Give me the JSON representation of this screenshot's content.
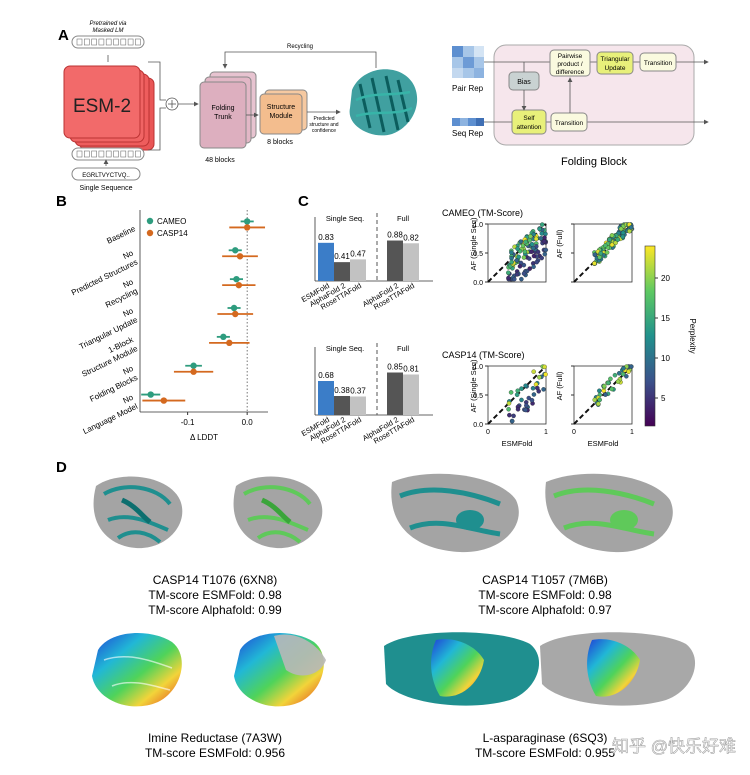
{
  "panels": {
    "a": "A",
    "b": "B",
    "c": "C",
    "d": "D"
  },
  "panel_a": {
    "pretrained_line1": "Pretrained via",
    "pretrained_line2": "Masked LM",
    "esm_label": "ESM-2",
    "sequence": "EGRLTVYCTVQ..",
    "single_sequence": "Single Sequence",
    "recycling": "Recycling",
    "folding_trunk_1": "Folding",
    "folding_trunk_2": "Trunk",
    "folding_blocks": "48 blocks",
    "structure_module_1": "Structure",
    "structure_module_2": "Module",
    "structure_blocks": "8 blocks",
    "predicted_1": "Predicted",
    "predicted_2": "structure and",
    "predicted_3": "confidence",
    "pair_rep": "Pair Rep",
    "seq_rep": "Seq Rep",
    "bias": "Bias",
    "pairwise_1": "Pairwise",
    "pairwise_2": "product /",
    "pairwise_3": "difference",
    "tri_1": "Triangular",
    "tri_2": "Update",
    "transition": "Transition",
    "self_1": "Self",
    "self_2": "attention",
    "folding_block": "Folding Block"
  },
  "chart_data": [
    {
      "id": "ablation",
      "type": "scatter",
      "xlabel": "Δ LDDT",
      "xlim": [
        -0.18,
        0.035
      ],
      "xticks": [
        "-0.1",
        "0.0"
      ],
      "xtick_values": [
        -0.1,
        0.0
      ],
      "categories": [
        "Baseline",
        "No Predicted Structures",
        "No Recycling",
        "No Triangular Update",
        "1-Block Structure Module",
        "No Folding Blocks",
        "No Language Model"
      ],
      "category_lines": [
        [
          "Baseline"
        ],
        [
          "No",
          "Predicted Structures"
        ],
        [
          "No",
          "Recycling"
        ],
        [
          "No",
          "Triangular Update"
        ],
        [
          "1-Block",
          "Structure Module"
        ],
        [
          "No",
          "Folding Blocks"
        ],
        [
          "No",
          "Language Model"
        ]
      ],
      "legend_position": "top-left",
      "series": [
        {
          "name": "CAMEO",
          "color": "#2e9c7e",
          "values": [
            0.0,
            -0.02,
            -0.018,
            -0.022,
            -0.04,
            -0.09,
            -0.162
          ],
          "err": [
            0.011,
            0.011,
            0.011,
            0.011,
            0.011,
            0.014,
            0.016
          ]
        },
        {
          "name": "CASP14",
          "color": "#d4691f",
          "values": [
            0.0,
            -0.012,
            -0.014,
            -0.02,
            -0.03,
            -0.09,
            -0.14
          ],
          "err": [
            0.03,
            0.03,
            0.028,
            0.03,
            0.034,
            0.033,
            0.036
          ]
        }
      ]
    },
    {
      "id": "cameo_bars",
      "type": "bar",
      "ylim": [
        0,
        1
      ],
      "categories": [
        "ESMFold",
        "AlphaFold 2",
        "RoseTTAFold",
        "AlphaFold 2",
        "RoseTTAFold"
      ],
      "groups": [
        "Single Seq.",
        "Full"
      ],
      "values": [
        0.83,
        0.41,
        0.47,
        0.88,
        0.82
      ],
      "colors": [
        "#3b7dc8",
        "#555555",
        "#c2c2c2",
        "#555555",
        "#c2c2c2"
      ]
    },
    {
      "id": "casp14_bars",
      "type": "bar",
      "ylim": [
        0,
        1
      ],
      "categories": [
        "ESMFold",
        "AlphaFold 2",
        "RoseTTAFold",
        "AlphaFold 2",
        "RoseTTAFold"
      ],
      "groups": [
        "Single Seq.",
        "Full"
      ],
      "values": [
        0.68,
        0.38,
        0.37,
        0.85,
        0.81
      ],
      "colors": [
        "#3b7dc8",
        "#555555",
        "#c2c2c2",
        "#555555",
        "#c2c2c2"
      ]
    },
    {
      "id": "cameo_scatter",
      "type": "scatter",
      "title": "CAMEO (TM-Score)",
      "xlabel": "",
      "ylabels": [
        "AF (Single Seq)",
        "AF (Full)"
      ],
      "xlim": [
        0,
        1
      ],
      "ylim": [
        0,
        1
      ]
    },
    {
      "id": "casp14_scatter",
      "type": "scatter",
      "title": "CASP14 (TM-Score)",
      "xlabel": "ESMFold",
      "ylabels": [
        "AF (Single Seq)",
        "AF (Full)"
      ],
      "xlim": [
        0,
        1
      ],
      "ylim": [
        0,
        1
      ]
    },
    {
      "id": "perplexity_colorbar",
      "type": "heatmap",
      "label": "Perplexity",
      "ticks": [
        5,
        10,
        15,
        20
      ],
      "range": [
        1.5,
        24
      ]
    }
  ],
  "panel_c_ticks": {
    "y": [
      "0.0",
      "0.5",
      "1.0"
    ],
    "x": [
      "0",
      "1"
    ]
  },
  "panel_d": {
    "captions": [
      [
        "CASP14 T1076 (6XN8)",
        "TM-score ESMFold: 0.98",
        "TM-score Alphafold: 0.99"
      ],
      [
        "CASP14 T1057 (7M6B)",
        "TM-score ESMFold: 0.98",
        "TM-score Alphafold: 0.97"
      ],
      [
        "Imine Reductase (7A3W)",
        "TM-score ESMFold: 0.956"
      ],
      [
        "L-asparaginase (6SQ3)",
        "TM-score ESMFold: 0.955"
      ]
    ]
  },
  "watermark": "知乎 @快乐好难"
}
